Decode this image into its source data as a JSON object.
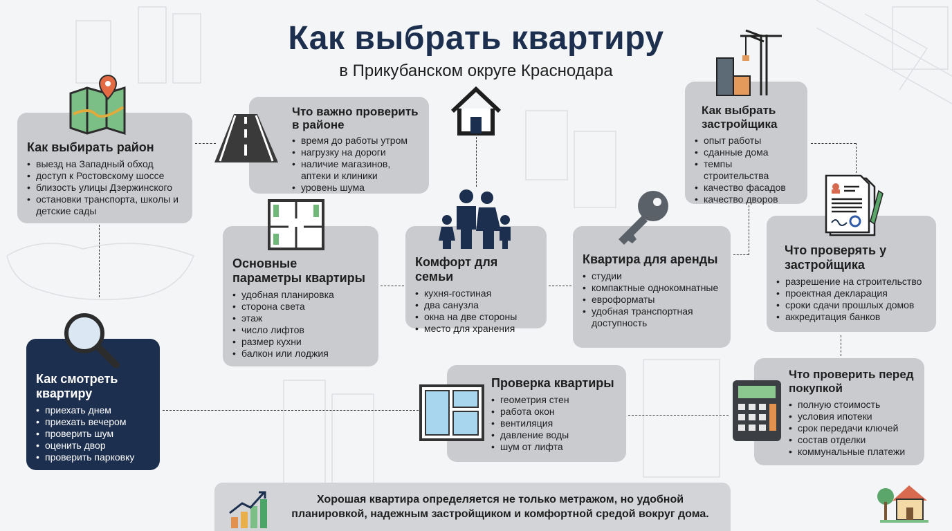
{
  "header": {
    "title": "Как выбрать квартиру",
    "subtitle": "в Прикубанском округе Краснодара"
  },
  "colors": {
    "title": "#1c2f4f",
    "card": "#c9cbcf",
    "dark_card": "#1c2f4f"
  },
  "cards": {
    "district": {
      "title": "Как выбирать район",
      "items": [
        "выезд на Западный обход",
        "доступ к Ростовскому шоссе",
        "близость улицы Дзержинского",
        "остановки транспорта, школы и детские сады"
      ]
    },
    "district_check": {
      "title": "Что важно проверить в районе",
      "items": [
        "время до работы утром",
        "нагрузку на дороги",
        "наличие магазинов, аптеки и клиники",
        "уровень шума"
      ]
    },
    "developer": {
      "title": "Как выбрать застройщика",
      "items": [
        "опыт работы",
        "сданные дома",
        "темпы строительства",
        "качество фасадов",
        "качество дворов"
      ]
    },
    "params": {
      "title": "Основные параметры квартиры",
      "items": [
        "удобная планировка",
        "сторона света",
        "этаж",
        "число лифтов",
        "размер кухни",
        "балкон или лоджия"
      ]
    },
    "family": {
      "title": "Комфорт для семьи",
      "items": [
        "кухня-гостиная",
        "два санузла",
        "окна на две стороны",
        "место для хранения"
      ]
    },
    "rent": {
      "title": "Квартира для аренды",
      "items": [
        "студии",
        "компактные однокомнатные",
        "евроформаты",
        "удобная транспортная доступность"
      ]
    },
    "developer_check": {
      "title": "Что проверять у застройщика",
      "items": [
        "разрешение на строительство",
        "проектная декларация",
        "сроки сдачи прошлых домов",
        "аккредитация банков"
      ]
    },
    "viewing": {
      "title": "Как смотреть квартиру",
      "items": [
        "приехать днем",
        "приехать вечером",
        "проверить шум",
        "оценить двор",
        "проверить парковку"
      ]
    },
    "inspection": {
      "title": "Проверка квартиры",
      "items": [
        "геометрия стен",
        "работа окон",
        "вентиляция",
        "давление воды",
        "шум от лифта"
      ]
    },
    "purchase": {
      "title": "Что проверить перед покупкой",
      "items": [
        "полную стоимость",
        "условия ипотеки",
        "срок передачи ключей",
        "состав отделки",
        "коммунальные платежи"
      ]
    }
  },
  "footer": {
    "text": "Хорошая квартира определяется не только метражом, но удобной планировкой, надежным застройщиком и комфортной средой вокруг дома."
  }
}
